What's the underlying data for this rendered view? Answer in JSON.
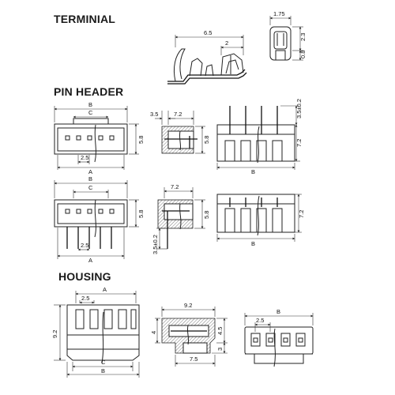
{
  "sections": {
    "terminal": "TERMINIAL",
    "pin_header": "PIN HEADER",
    "housing": "HOUSING"
  },
  "terminal": {
    "dim_length": "6.5",
    "dim_short": "2",
    "dim_width": "1.75",
    "dim_h1": "2.3",
    "dim_h2": "0.8"
  },
  "header_top_front": {
    "dim_b": "B",
    "dim_c": "C",
    "dim_a": "A",
    "dim_pitch": "2.5",
    "dim_h": "5.8"
  },
  "header_top_side": {
    "dim_a": "3.5",
    "dim_b": "7.2",
    "dim_h": "5.8"
  },
  "header_top_back": {
    "dim_b": "B",
    "dim_h": "7.2",
    "dim_tol": "3.5±0.2"
  },
  "header_bot_front": {
    "dim_b": "B",
    "dim_c": "C",
    "dim_a": "A",
    "dim_pitch": "2.5",
    "dim_h": "5.8"
  },
  "header_bot_side": {
    "dim_w": "7.2",
    "dim_h": "5.8",
    "dim_tol": "3.5±0.2"
  },
  "header_bot_back": {
    "dim_b": "B",
    "dim_h": "7.2"
  },
  "housing_front": {
    "dim_a": "A",
    "dim_pitch": "2.5",
    "dim_h": "9.2",
    "dim_b": "B",
    "dim_c": "C"
  },
  "housing_side": {
    "dim_w1": "9.2",
    "dim_w2": "7.5",
    "dim_h1": "4",
    "dim_h2": "4.5",
    "dim_h3": "3"
  },
  "housing_back": {
    "dim_b": "B",
    "dim_pitch": "2.5"
  }
}
